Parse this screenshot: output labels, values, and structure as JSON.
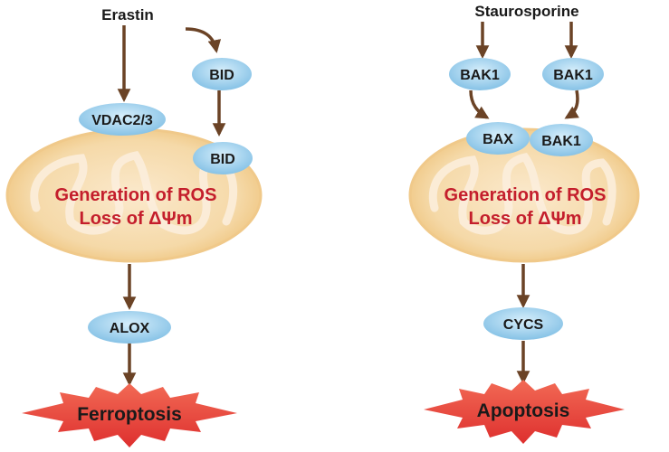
{
  "colors": {
    "arrow": "#6b4326",
    "mito_text": "#c41e2c",
    "node_fill": "#a9d6f0",
    "mito_outer": "#f3cf93",
    "burst_fill": "#e8433f",
    "text_dark": "#1a1a1a"
  },
  "left": {
    "inducer": "Erastin",
    "channel": "VDAC2/3",
    "bid_top": "BID",
    "bid_mito": "BID",
    "mito_line1": "Generation of ROS",
    "mito_line2": "Loss of ΔΨm",
    "effector": "ALOX",
    "outcome": "Ferroptosis"
  },
  "right": {
    "inducer": "Staurosporine",
    "bak1_left": "BAK1",
    "bak1_right": "BAK1",
    "bax": "BAX",
    "bak1_mito": "BAK1",
    "mito_line1": "Generation of ROS",
    "mito_line2": "Loss of ΔΨm",
    "effector": "CYCS",
    "outcome": "Apoptosis"
  }
}
